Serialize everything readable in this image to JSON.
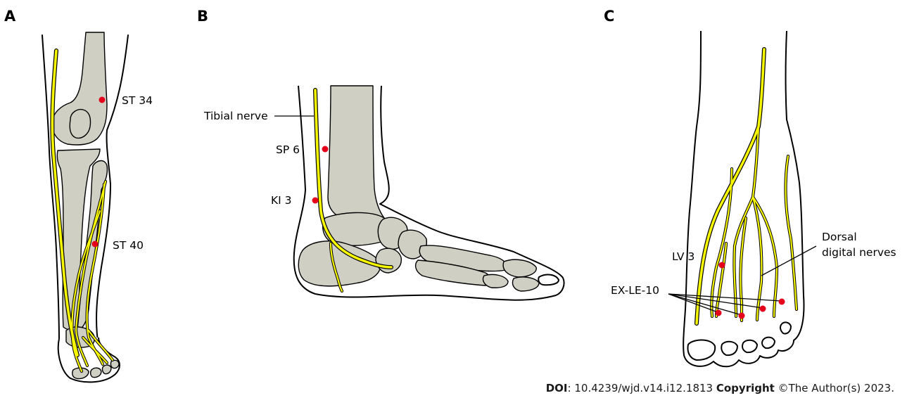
{
  "panels": {
    "a": {
      "letter": "A",
      "points": [
        "ST 34",
        "ST 40"
      ]
    },
    "b": {
      "letter": "B",
      "nerve_label": "Tibial nerve",
      "points": [
        "SP 6",
        "KI 3"
      ]
    },
    "c": {
      "letter": "C",
      "points": [
        "LV 3",
        "EX-LE-10"
      ],
      "nerve_label_line1": "Dorsal",
      "nerve_label_line2": "digital nerves"
    }
  },
  "colors": {
    "nerve": "#f7f700",
    "bone": "#cfcfc4",
    "acupoint": "#e4001b"
  },
  "footer": {
    "doi_label": "DOI",
    "doi_value": ": 10.4239/wjd.v14.i12.1813 ",
    "copyright_label": "Copyright",
    "copyright_value": " ©The Author(s) 2023."
  }
}
